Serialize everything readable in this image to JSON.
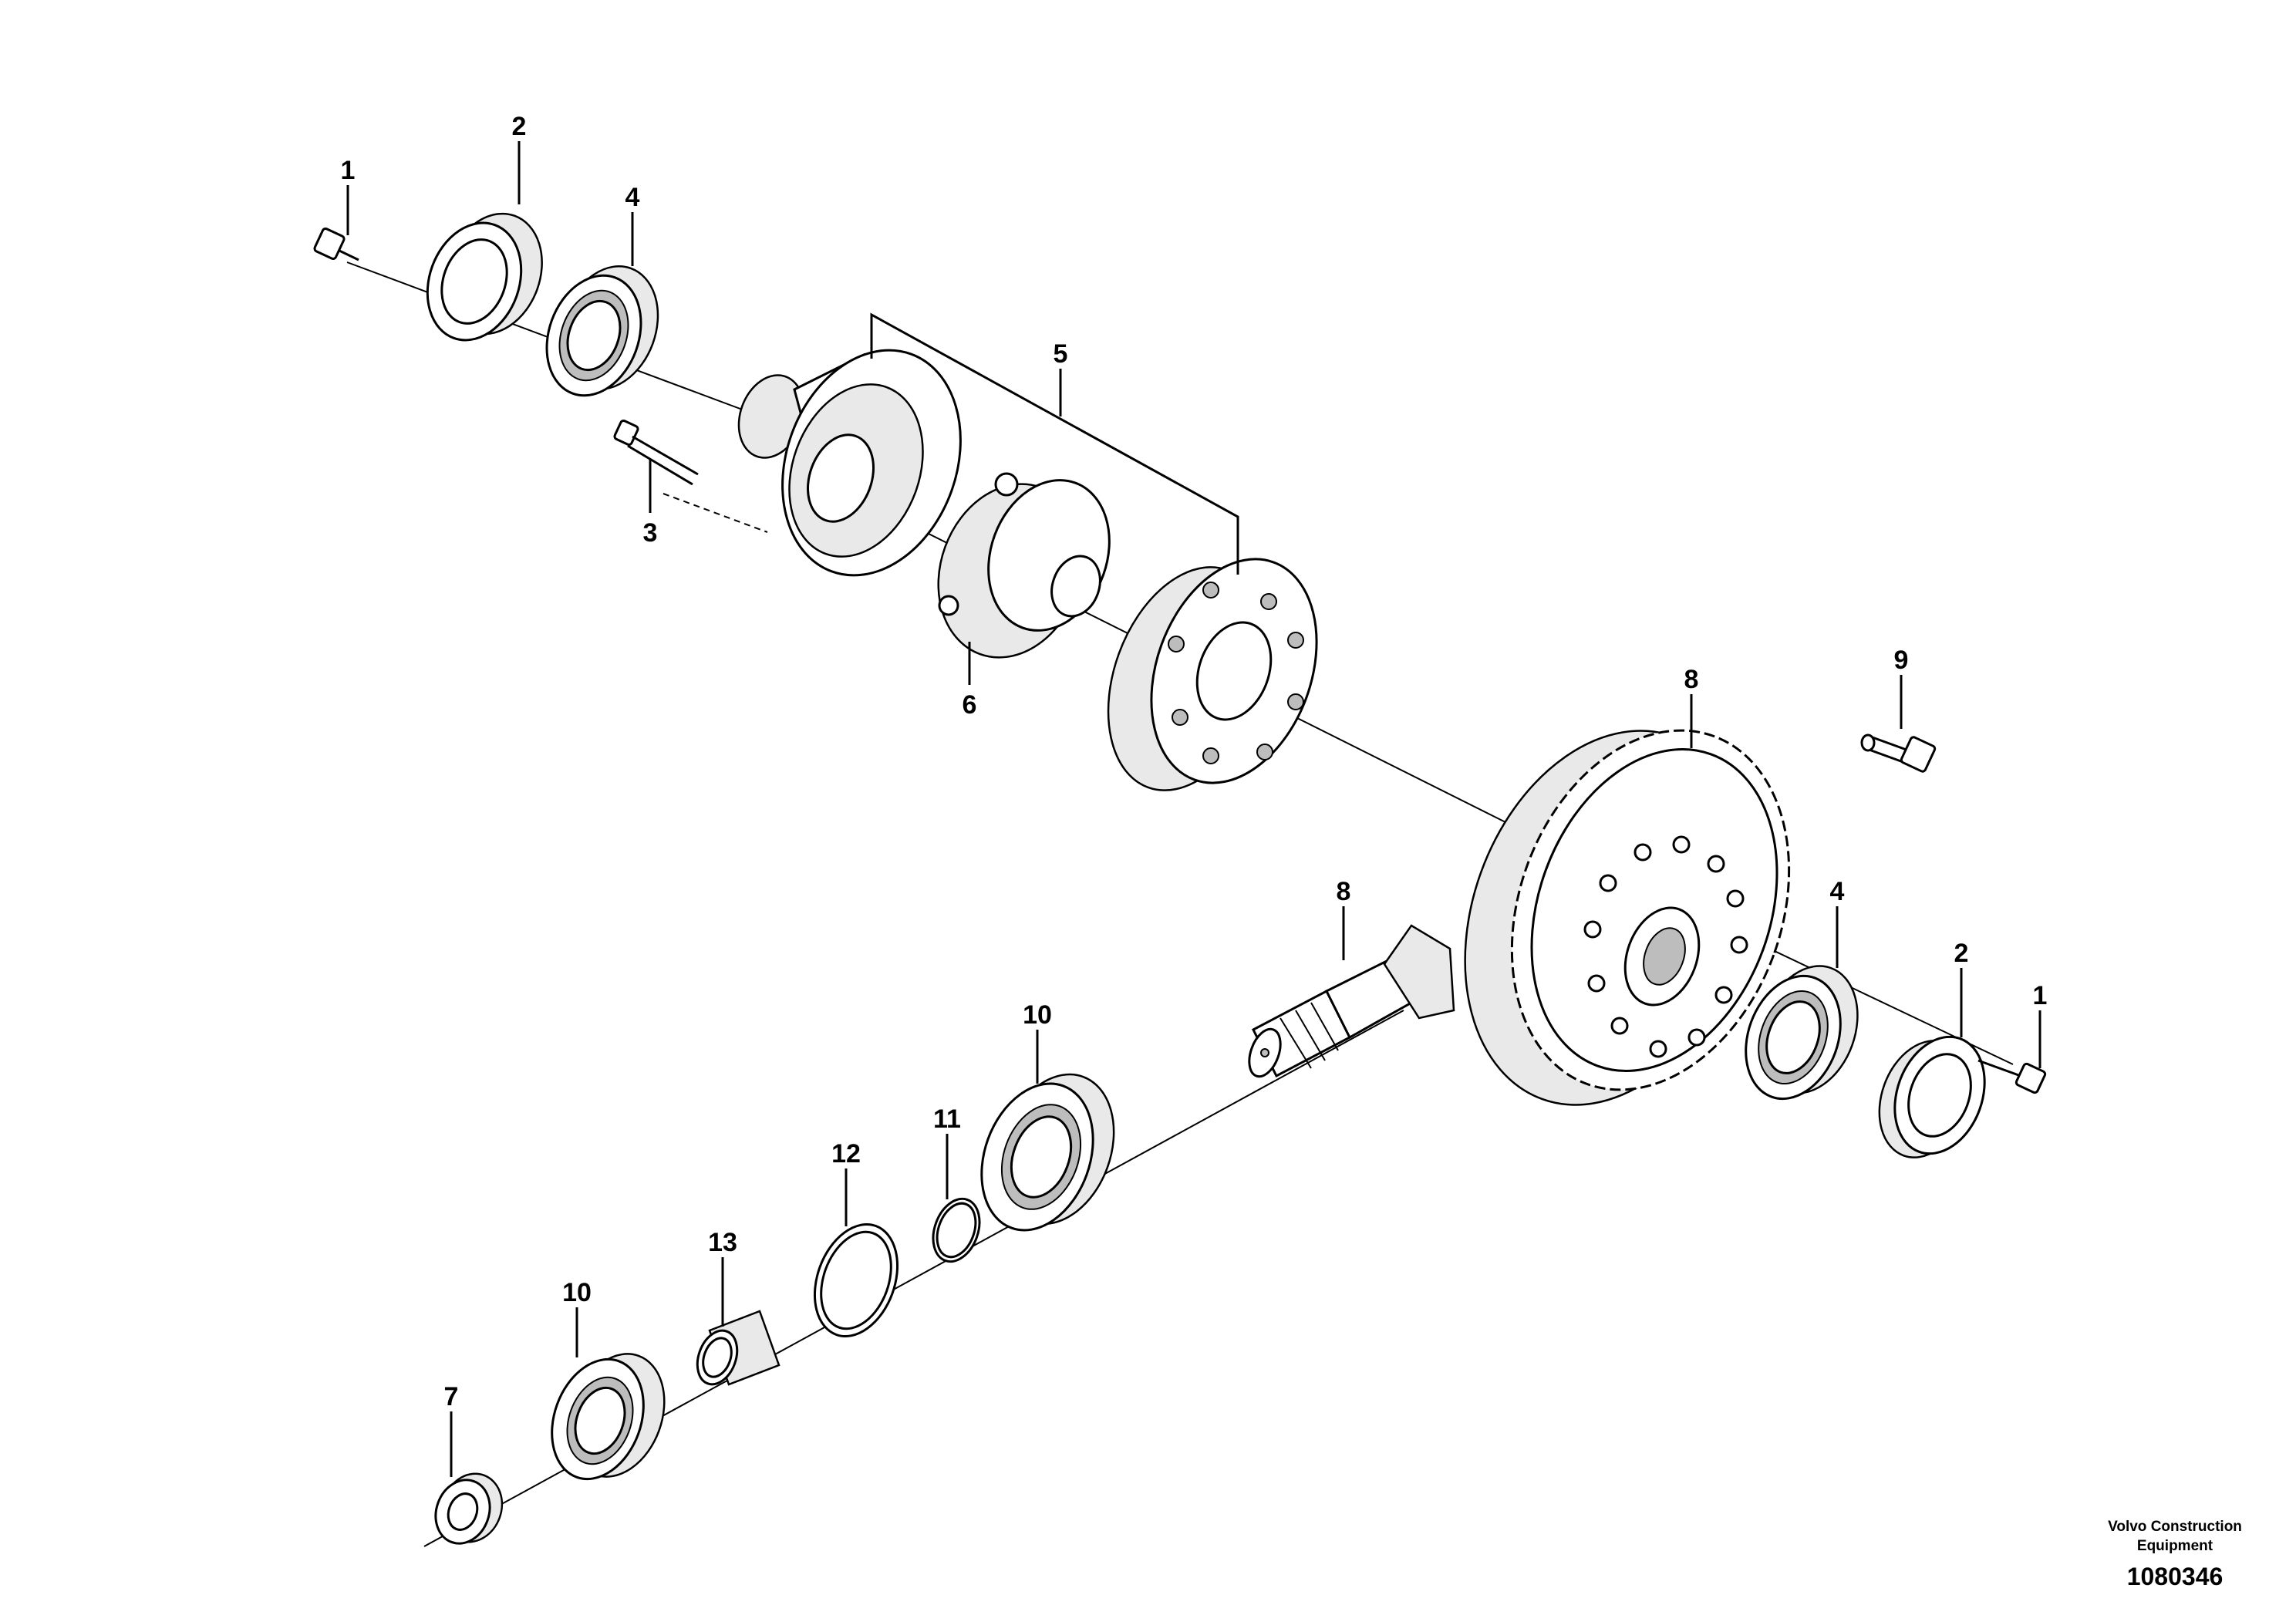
{
  "callouts": {
    "c1a": "1",
    "c2a": "2",
    "c4a": "4",
    "c5": "5",
    "c3": "3",
    "c6": "6",
    "c8a": "8",
    "c9": "9",
    "c8b": "8",
    "c4b": "4",
    "c2b": "2",
    "c1b": "1",
    "c10a": "10",
    "c11": "11",
    "c12": "12",
    "c13": "13",
    "c10b": "10",
    "c7": "7"
  },
  "footer": {
    "brand_line1": "Volvo Construction",
    "brand_line2": "Equipment",
    "doc_number": "1080346"
  }
}
